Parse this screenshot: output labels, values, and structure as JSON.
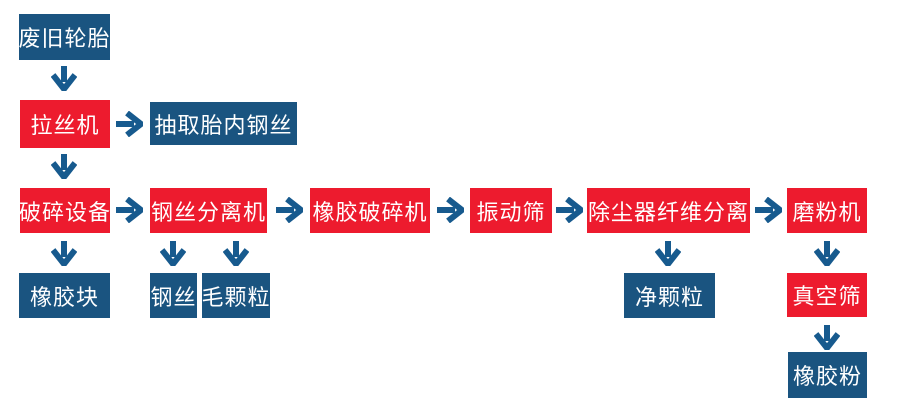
{
  "colors": {
    "red": "#ed1b2e",
    "blue": "#1a5480",
    "arrow": "#175a8e",
    "text": "#ffffff"
  },
  "flowchart": {
    "nodes": {
      "waste_tire": {
        "label": "废旧轮胎",
        "type": "material"
      },
      "wire_drawing_machine": {
        "label": "拉丝机",
        "type": "machine"
      },
      "extract_tire_steel_wire": {
        "label": "抽取胎内钢丝",
        "type": "material"
      },
      "crushing_equipment": {
        "label": "破碎设备",
        "type": "machine"
      },
      "steel_wire_separator": {
        "label": "钢丝分离机",
        "type": "machine"
      },
      "rubber_crusher": {
        "label": "橡胶破碎机",
        "type": "machine"
      },
      "vibrating_screen": {
        "label": "振动筛",
        "type": "machine"
      },
      "dust_collector_fiber_separation": {
        "label": "除尘器纤维分离",
        "type": "machine"
      },
      "grinding_machine": {
        "label": "磨粉机",
        "type": "machine"
      },
      "rubber_block": {
        "label": "橡胶块",
        "type": "material"
      },
      "steel_wire": {
        "label": "钢丝",
        "type": "material"
      },
      "rough_granules": {
        "label": "毛颗粒",
        "type": "material"
      },
      "clean_granules": {
        "label": "净颗粒",
        "type": "material"
      },
      "vacuum_screen": {
        "label": "真空筛",
        "type": "machine"
      },
      "rubber_powder": {
        "label": "橡胶粉",
        "type": "material"
      }
    },
    "edges": [
      {
        "from": "waste_tire",
        "to": "wire_drawing_machine",
        "direction": "down"
      },
      {
        "from": "wire_drawing_machine",
        "to": "extract_tire_steel_wire",
        "direction": "right"
      },
      {
        "from": "wire_drawing_machine",
        "to": "crushing_equipment",
        "direction": "down"
      },
      {
        "from": "crushing_equipment",
        "to": "rubber_block",
        "direction": "down"
      },
      {
        "from": "crushing_equipment",
        "to": "steel_wire_separator",
        "direction": "right"
      },
      {
        "from": "steel_wire_separator",
        "to": "steel_wire",
        "direction": "down"
      },
      {
        "from": "steel_wire_separator",
        "to": "rough_granules",
        "direction": "down"
      },
      {
        "from": "steel_wire_separator",
        "to": "rubber_crusher",
        "direction": "right"
      },
      {
        "from": "rubber_crusher",
        "to": "vibrating_screen",
        "direction": "right"
      },
      {
        "from": "vibrating_screen",
        "to": "dust_collector_fiber_separation",
        "direction": "right"
      },
      {
        "from": "dust_collector_fiber_separation",
        "to": "clean_granules",
        "direction": "down"
      },
      {
        "from": "dust_collector_fiber_separation",
        "to": "grinding_machine",
        "direction": "right"
      },
      {
        "from": "grinding_machine",
        "to": "vacuum_screen",
        "direction": "down"
      },
      {
        "from": "vacuum_screen",
        "to": "rubber_powder",
        "direction": "down"
      }
    ]
  }
}
